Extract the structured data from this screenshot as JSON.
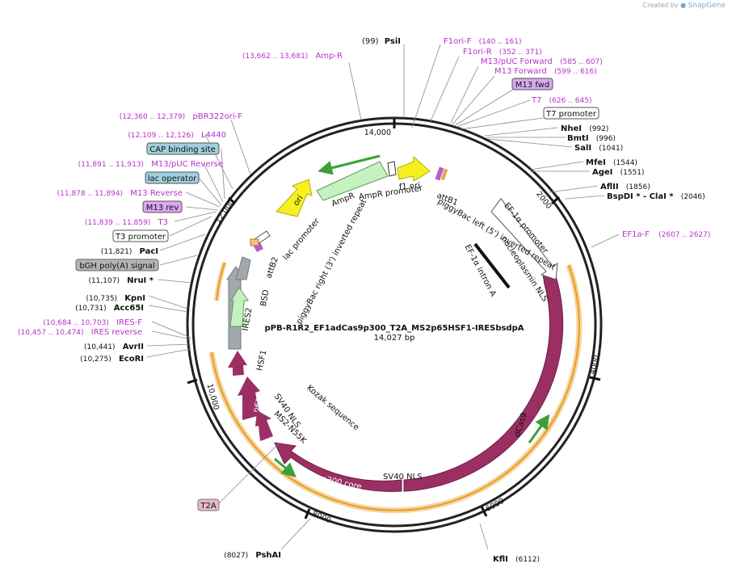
{
  "watermark": {
    "prefix": "Created by",
    "brand": "SnapGene"
  },
  "plasmid": {
    "name": "pPB-R1R2_EF1adCas9p300_T2A_MS2p65HSF1-IRESbsdpA",
    "length_label": "14,027 bp",
    "length": 14027
  },
  "ticks": [
    {
      "pos": 2000,
      "label": "2000"
    },
    {
      "pos": 4000,
      "label": "4000"
    },
    {
      "pos": 6000,
      "label": "6000"
    },
    {
      "pos": 8000,
      "label": "8000"
    },
    {
      "pos": 10000,
      "label": "10,000"
    },
    {
      "pos": 12000,
      "label": "12,000"
    },
    {
      "pos": 14000,
      "label": "14,000"
    }
  ],
  "sites": [
    {
      "kind": "enzyme",
      "pre": "(99)",
      "name": "PsiI"
    },
    {
      "kind": "primer",
      "name": "F1ori-F",
      "range": "(140 .. 161)"
    },
    {
      "kind": "primer",
      "name": "F1ori-R",
      "range": "(352 .. 371)"
    },
    {
      "kind": "primer",
      "name": "M13/pUC Forward",
      "range": "(585 .. 607)"
    },
    {
      "kind": "primer",
      "name": "M13 Forward",
      "range": "(599 .. 616)"
    },
    {
      "kind": "box",
      "name": "M13 fwd",
      "fill": "#d9a8f0"
    },
    {
      "kind": "primer",
      "name": "T7",
      "range": "(626 .. 645)"
    },
    {
      "kind": "box",
      "name": "T7 promoter",
      "fill": "#ffffff"
    },
    {
      "kind": "enzyme",
      "name": "NheI",
      "post": "(992)"
    },
    {
      "kind": "enzyme",
      "name": "BmtI",
      "post": "(996)"
    },
    {
      "kind": "enzyme",
      "name": "SalI",
      "post": "(1041)"
    },
    {
      "kind": "enzyme",
      "name": "MfeI",
      "post": "(1544)"
    },
    {
      "kind": "enzyme",
      "name": "AgeI",
      "post": "(1551)"
    },
    {
      "kind": "enzyme",
      "name": "AflII",
      "post": "(1856)"
    },
    {
      "kind": "enzyme",
      "name": "BspDI * - ClaI *",
      "post": "(2046)"
    },
    {
      "kind": "primer",
      "name": "EF1a-F",
      "range": "(2607 .. 2627)"
    },
    {
      "kind": "enzyme",
      "name": "KflI",
      "post": "(6112)"
    },
    {
      "kind": "enzyme",
      "pre": "(8027)",
      "name": "PshAI"
    },
    {
      "kind": "box",
      "name": "T2A",
      "fill": "#e4b9cd"
    },
    {
      "kind": "enzyme",
      "pre": "(10,275)",
      "name": "EcoRI"
    },
    {
      "kind": "enzyme",
      "pre": "(10,441)",
      "name": "AvrII"
    },
    {
      "kind": "primer",
      "range": "(10,457 .. 10,474)",
      "name": "IRES reverse"
    },
    {
      "kind": "primer",
      "range": "(10,684 .. 10,703)",
      "name": "IRES-F"
    },
    {
      "kind": "enzyme",
      "pre": "(10,731)",
      "name": "Acc65I"
    },
    {
      "kind": "enzyme",
      "pre": "(10,735)",
      "name": "KpnI"
    },
    {
      "kind": "enzyme",
      "pre": "(11,107)",
      "name": "NruI *"
    },
    {
      "kind": "box",
      "name": "bGH poly(A) signal",
      "fill": "#b4b4b4"
    },
    {
      "kind": "enzyme",
      "pre": "(11,821)",
      "name": "PacI"
    },
    {
      "kind": "box",
      "name": "T3 promoter",
      "fill": "#ffffff"
    },
    {
      "kind": "primer",
      "range": "(11,839 .. 11,859)",
      "name": "T3"
    },
    {
      "kind": "box",
      "name": "M13 rev",
      "fill": "#d9a8f0"
    },
    {
      "kind": "primer",
      "range": "(11,878 .. 11,894)",
      "name": "M13 Reverse"
    },
    {
      "kind": "box",
      "name": "lac operator",
      "fill": "#9fd0de"
    },
    {
      "kind": "primer",
      "range": "(11,891 .. 11,913)",
      "name": "M13/pUC Reverse"
    },
    {
      "kind": "box",
      "name": "CAP binding site",
      "fill": "#9fd0de"
    },
    {
      "kind": "primer",
      "range": "(12,109 .. 12,126)",
      "name": "L4440"
    },
    {
      "kind": "primer",
      "range": "(12,360 .. 12,379)",
      "name": "pBR322ori-F"
    },
    {
      "kind": "primer",
      "range": "(13,662 .. 13,681)",
      "name": "Amp-R"
    }
  ],
  "features": [
    {
      "name": "f1 ori"
    },
    {
      "name": "AmpR promoter"
    },
    {
      "name": "AmpR"
    },
    {
      "name": "ori"
    },
    {
      "name": "attB1"
    },
    {
      "name": "piggyBac left (5') inverted repeat"
    },
    {
      "name": "EF-1α promoter"
    },
    {
      "name": "nucleoplasmin NLS"
    },
    {
      "name": "EF-1α intron A"
    },
    {
      "name": "dCas9"
    },
    {
      "name": "SV40 NLS"
    },
    {
      "name": "p300 core"
    },
    {
      "name": "Kozak sequence"
    },
    {
      "name": "SV40 NLS"
    },
    {
      "name": "MS2-N55K"
    },
    {
      "name": "p65"
    },
    {
      "name": "HSF1"
    },
    {
      "name": "IRES2"
    },
    {
      "name": "BSD"
    },
    {
      "name": "attB2"
    },
    {
      "name": "piggyBac right (3') inverted repeat"
    },
    {
      "name": "lac promoter"
    }
  ],
  "colors": {
    "magenta": "#b533c8",
    "ring": "#222222",
    "feature_dark": "#9b2f63",
    "orange": "#f0a030",
    "yellow": "#f7f021",
    "lightgreen": "#c6f2c2",
    "gray": "#a2a8ad"
  }
}
